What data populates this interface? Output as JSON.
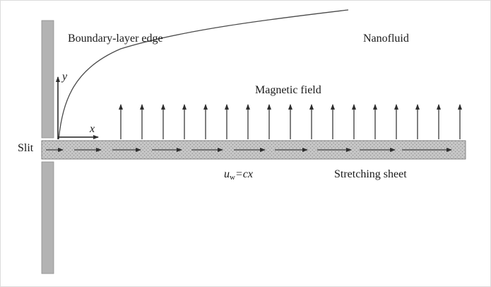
{
  "figure": {
    "labels": {
      "boundary_layer_edge": "Boundary-layer edge",
      "nanofluid": "Nanofluid",
      "magnetic_field": "Magnetic field",
      "slit": "Slit",
      "stretching_sheet": "Stretching sheet",
      "x_axis": "x",
      "y_axis": "y",
      "velocity": {
        "base": "u",
        "sub": "w",
        "rest": "=cx"
      }
    },
    "colors": {
      "wall_fill": "#b3b3b3",
      "sheet_fill": "#c7c7c7",
      "sheet_dot": "#8f8f8f",
      "arrow": "#3a3a3a",
      "curve": "#4a4a4a"
    }
  }
}
